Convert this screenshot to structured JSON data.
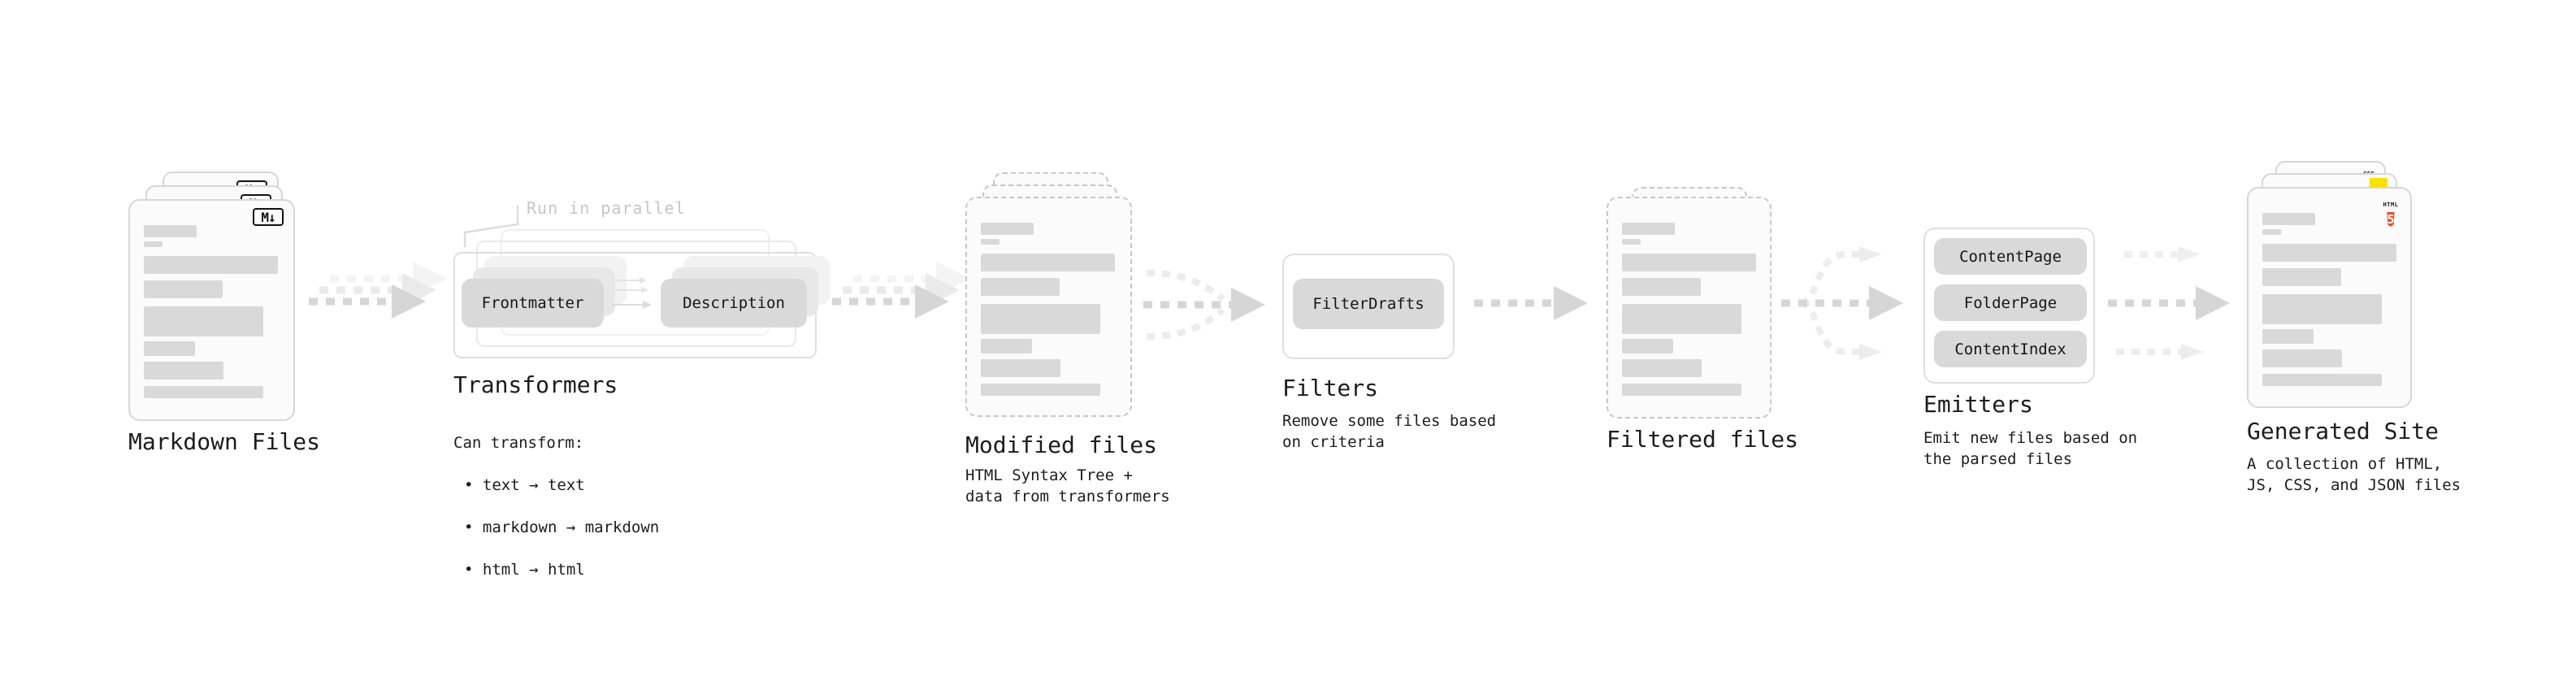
{
  "diagram": {
    "markdown_files": {
      "label": "Markdown Files",
      "badge": "M↓"
    },
    "transformers": {
      "label": "Transformers",
      "note": "Run in parallel",
      "input_box": "Frontmatter",
      "output_box": "Description",
      "desc_title": "Can transform:",
      "bullets": [
        "• text → text",
        "• markdown → markdown",
        "• html → html"
      ]
    },
    "modified_files": {
      "label": "Modified files",
      "desc": "HTML Syntax Tree +\ndata from transformers"
    },
    "filters": {
      "label": "Filters",
      "box": "FilterDrafts",
      "desc": "Remove some files based\non criteria"
    },
    "filtered_files": {
      "label": "Filtered files"
    },
    "emitters": {
      "label": "Emitters",
      "boxes": [
        "ContentPage",
        "FolderPage",
        "ContentIndex"
      ],
      "desc": "Emit new files based on\nthe parsed files"
    },
    "generated_site": {
      "label": "Generated Site",
      "desc": "A collection of HTML,\nJS, CSS, and JSON files",
      "html5_badge_text": "HTML",
      "html5_badge_number": "5",
      "css_badge_text": "CSS"
    }
  },
  "colors": {
    "html5_orange": "#e44d26",
    "js_yellow": "#ffdf00",
    "css_blue": "#2965f1",
    "text": "#1c1c1c",
    "bar_gray": "#d9d9d9"
  }
}
